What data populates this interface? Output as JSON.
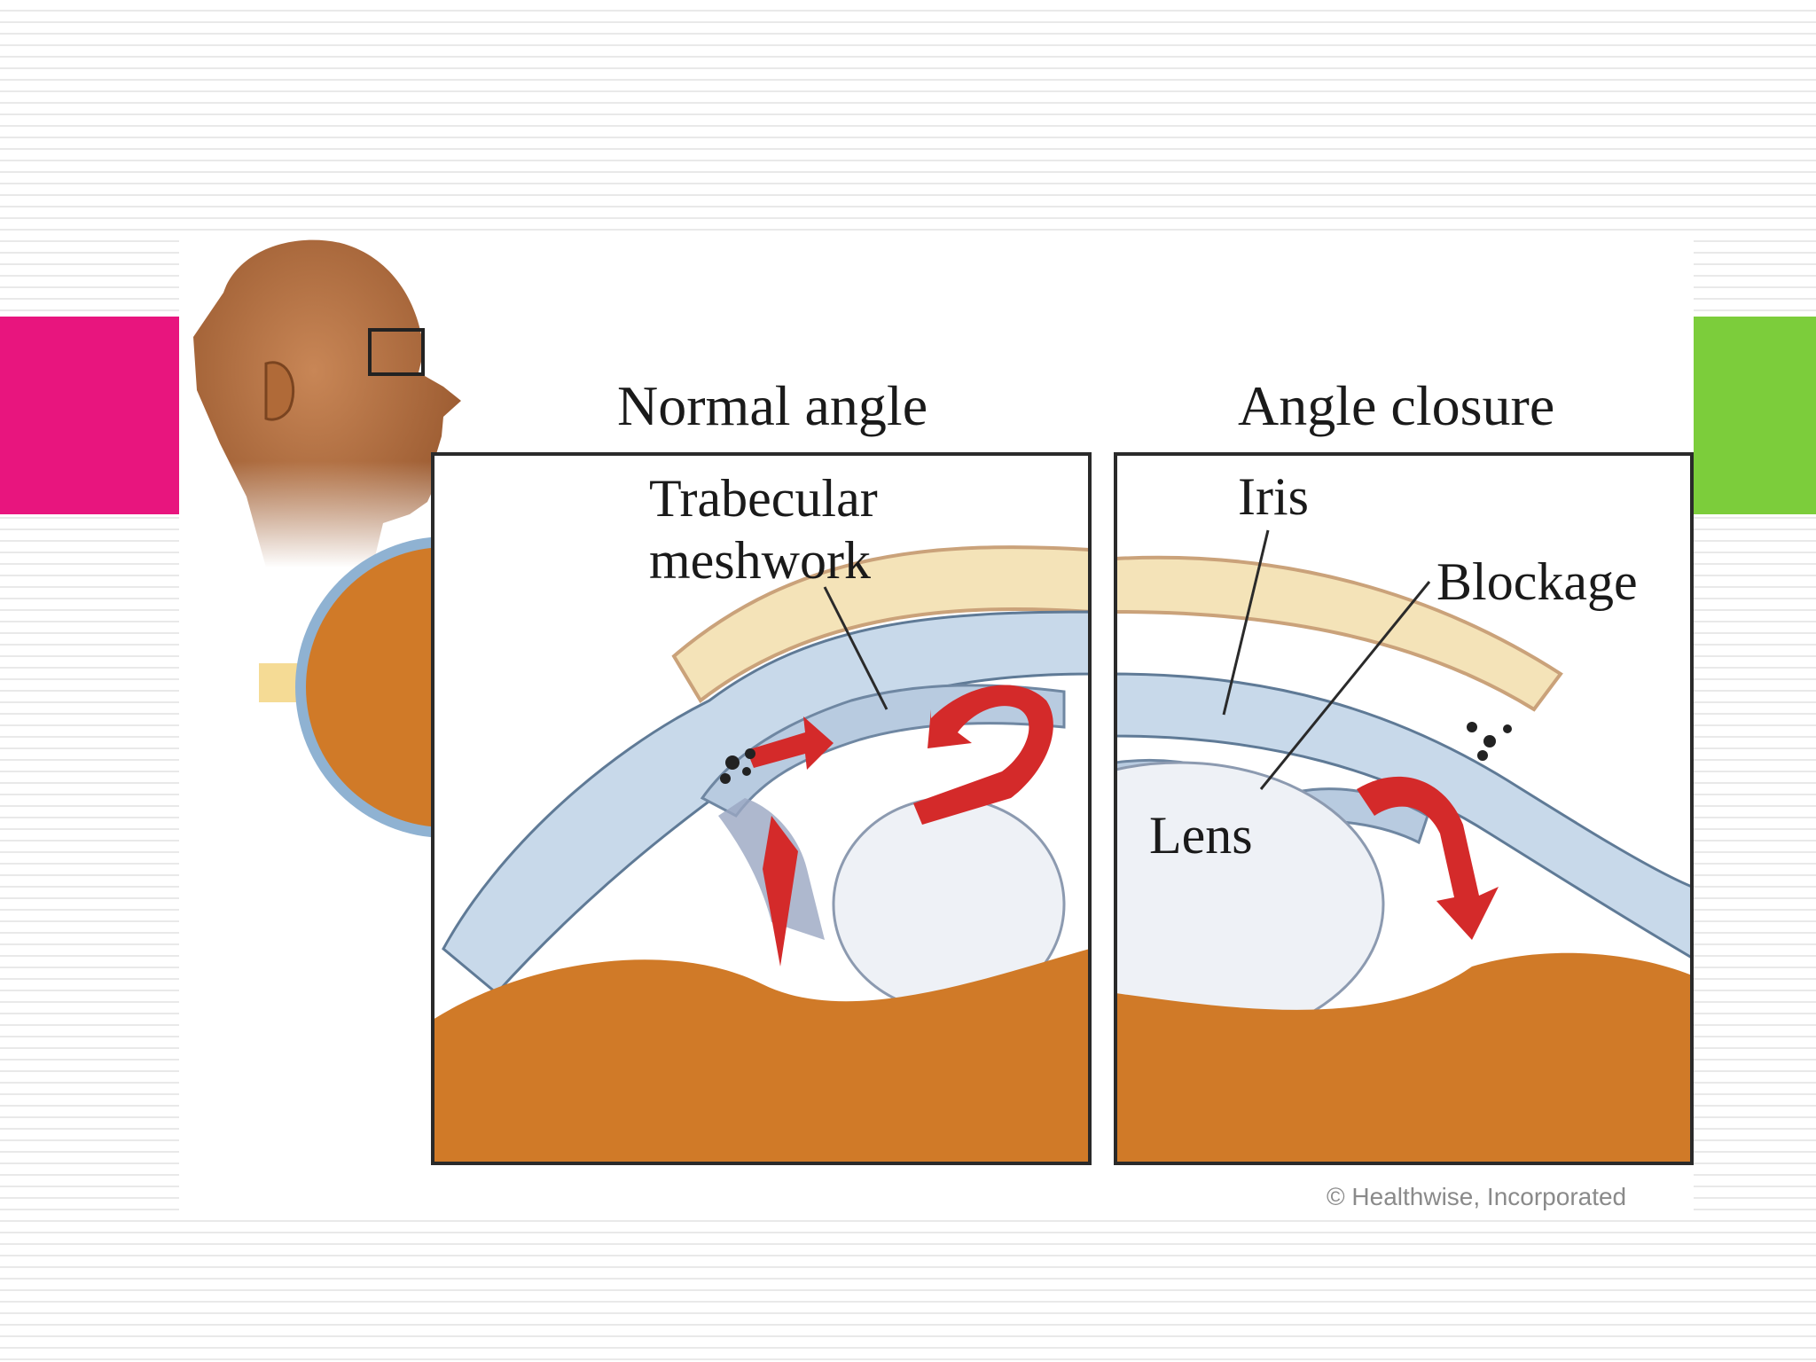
{
  "titles": {
    "normal": "Normal angle",
    "closure": "Angle closure"
  },
  "labels": {
    "trabecular_line1": "Trabecular",
    "trabecular_line2": "meshwork",
    "iris": "Iris",
    "blockage": "Blockage",
    "lens": "Lens"
  },
  "credit": "© Healthwise, Incorporated",
  "colors": {
    "accent_left": "#e8157e",
    "accent_right": "#7ccd3b",
    "flow_arrow": "#d42a2a",
    "eye_interior": "#d07a28"
  }
}
